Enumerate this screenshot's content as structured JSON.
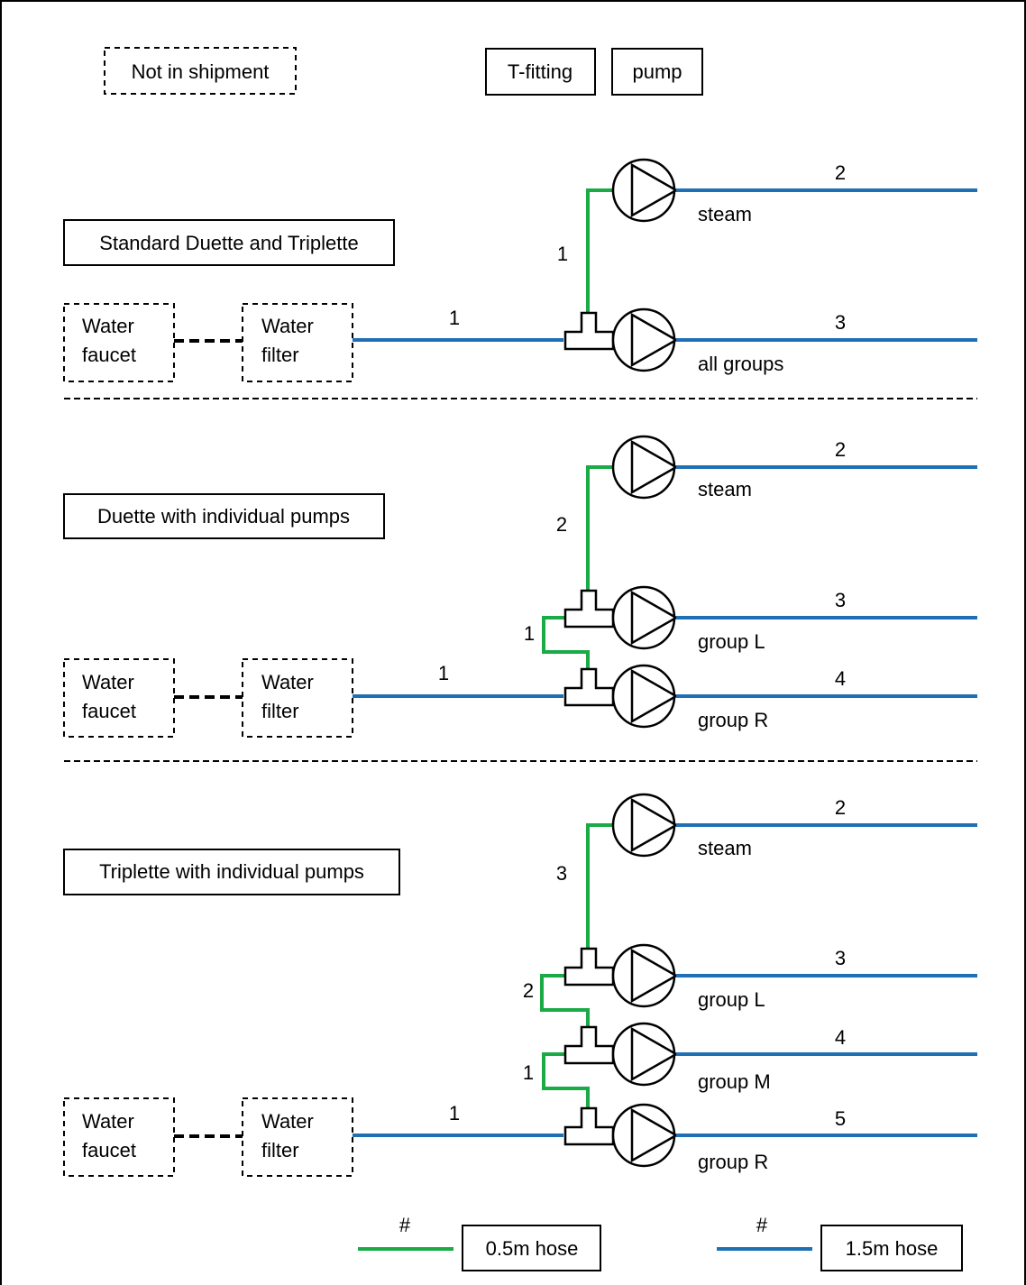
{
  "colors": {
    "short_hose": "#1aaa46",
    "long_hose": "#1f6fb4",
    "outline": "#000000"
  },
  "legend": {
    "not_in_shipment": "Not in shipment",
    "t_fitting": "T-fitting",
    "pump": "pump",
    "short_hose_hash": "#",
    "short_hose_label": "0.5m hose",
    "long_hose_hash": "#",
    "long_hose_label": "1.5m hose"
  },
  "sections": [
    {
      "title": "Standard Duette and Triplette",
      "water_faucet": [
        "Water",
        "faucet"
      ],
      "water_filter": [
        "Water",
        "filter"
      ],
      "inlet_hose_number": "1",
      "riser_numbers": [
        "1"
      ],
      "pumps": [
        {
          "label": "steam",
          "hose_number": "2"
        },
        {
          "label": "all groups",
          "hose_number": "3"
        }
      ]
    },
    {
      "title": "Duette with individual pumps",
      "water_faucet": [
        "Water",
        "faucet"
      ],
      "water_filter": [
        "Water",
        "filter"
      ],
      "inlet_hose_number": "1",
      "riser_numbers": [
        "2",
        "1"
      ],
      "pumps": [
        {
          "label": "steam",
          "hose_number": "2"
        },
        {
          "label": "group L",
          "hose_number": "3"
        },
        {
          "label": "group R",
          "hose_number": "4"
        }
      ]
    },
    {
      "title": "Triplette with individual pumps",
      "water_faucet": [
        "Water",
        "faucet"
      ],
      "water_filter": [
        "Water",
        "filter"
      ],
      "inlet_hose_number": "1",
      "riser_numbers": [
        "3",
        "2",
        "1"
      ],
      "pumps": [
        {
          "label": "steam",
          "hose_number": "2"
        },
        {
          "label": "group L",
          "hose_number": "3"
        },
        {
          "label": "group M",
          "hose_number": "4"
        },
        {
          "label": "group R",
          "hose_number": "5"
        }
      ]
    }
  ]
}
